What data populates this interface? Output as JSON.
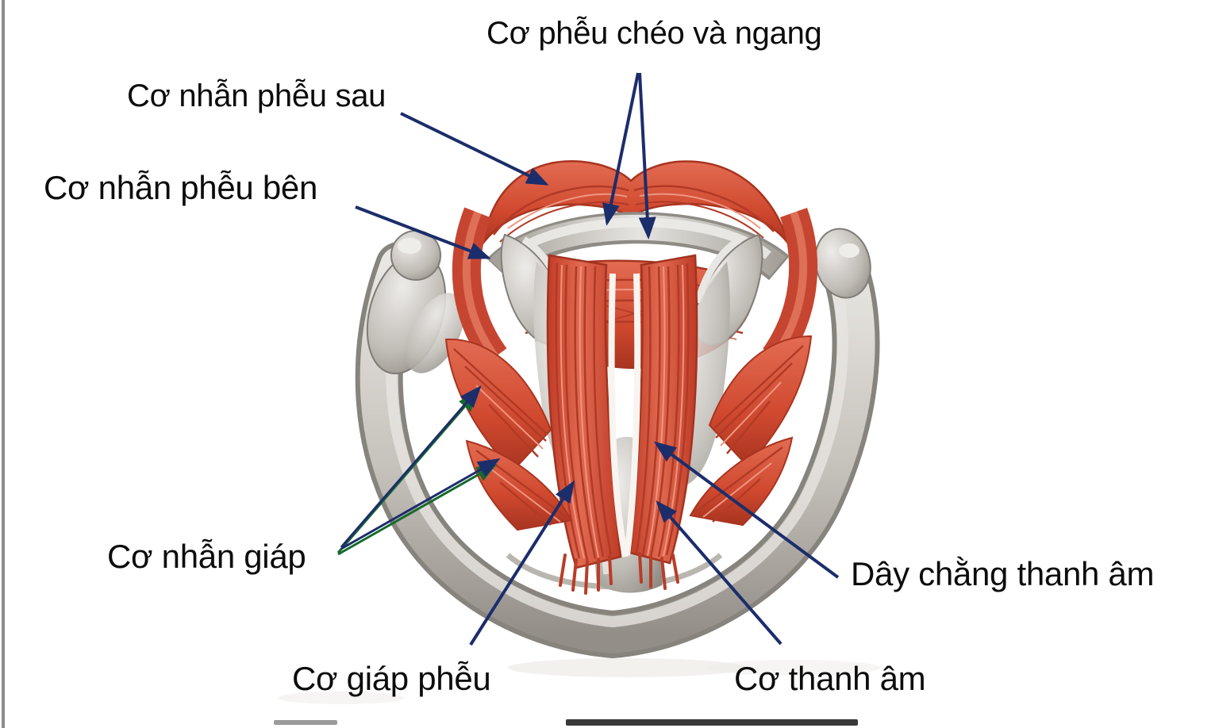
{
  "figure": {
    "kind": "anatomical-diagram",
    "background": "#ffffff",
    "colors": {
      "muscle_red": "#d0492f",
      "muscle_red_dark": "#a83420",
      "muscle_fiber": "#b23a26",
      "muscle_highlight": "#f0937f",
      "cartilage_grey": "#c8c4bf",
      "cartilage_grey_light": "#e9e7e3",
      "cartilage_grey_dark": "#8a867f",
      "arrow_blue": "#1c2d6b",
      "arrow_green": "#156a2c",
      "label_color": "#0c0c0c"
    }
  },
  "labels": [
    {
      "id": "co-pheu-cheo-va-ngang",
      "text": "Cơ phễu chéo và ngang"
    },
    {
      "id": "co-nhan-pheu-sau",
      "text": "Cơ nhẫn phễu sau"
    },
    {
      "id": "co-nhan-pheu-ben",
      "text": "Cơ nhẫn phễu bên"
    },
    {
      "id": "co-nhan-giap",
      "text": "Cơ nhẫn giáp"
    },
    {
      "id": "co-giap-pheu",
      "text": "Cơ giáp phễu"
    },
    {
      "id": "co-thanh-am",
      "text": "Cơ thanh âm"
    },
    {
      "id": "day-chang-thanh-am",
      "text": "Dây chằng thanh âm"
    }
  ]
}
